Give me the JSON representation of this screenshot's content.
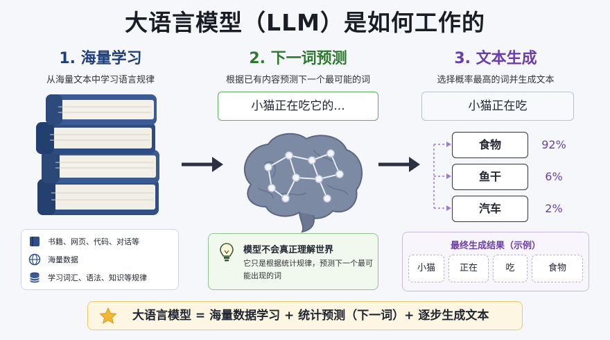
{
  "title": "大语言模型（LLM）是如何工作的",
  "steps": [
    {
      "title": "1. 海量学习",
      "subtitle": "从海量文本中学习语言规律"
    },
    {
      "title": "2. 下一词预测",
      "subtitle": "根据已有内容预测下一个最可能的词"
    },
    {
      "title": "3. 文本生成",
      "subtitle": "选择概率最高的词并生成文本"
    }
  ],
  "sources": [
    {
      "icon": "book-icon",
      "label": "书籍、网页、代码、对话等"
    },
    {
      "icon": "globe-icon",
      "label": "海量数据"
    },
    {
      "icon": "database-icon",
      "label": "学习词汇、语法、知识等规律"
    }
  ],
  "prompt": "小猫正在吃它的...",
  "note": {
    "title": "模型不会真正理解世界",
    "text": "它只是根据统计规律，预测下一个最可能出现的词"
  },
  "context": "小猫正在吃",
  "candidates": [
    {
      "word": "食物",
      "prob": "92%"
    },
    {
      "word": "鱼干",
      "prob": "6%"
    },
    {
      "word": "汽车",
      "prob": "2%"
    }
  ],
  "result": {
    "title": "最终生成结果（示例）",
    "tokens": [
      "小猫",
      "正在",
      "吃",
      "食物"
    ]
  },
  "summary": "大语言模型 = 海量数据学习 + 统计预测（下一词）+ 逐步生成文本",
  "colors": {
    "step1": "#1f3f7a",
    "step2": "#2d7a2e",
    "step3": "#6a3ea8",
    "summary_bg": "#fdf6e3"
  }
}
